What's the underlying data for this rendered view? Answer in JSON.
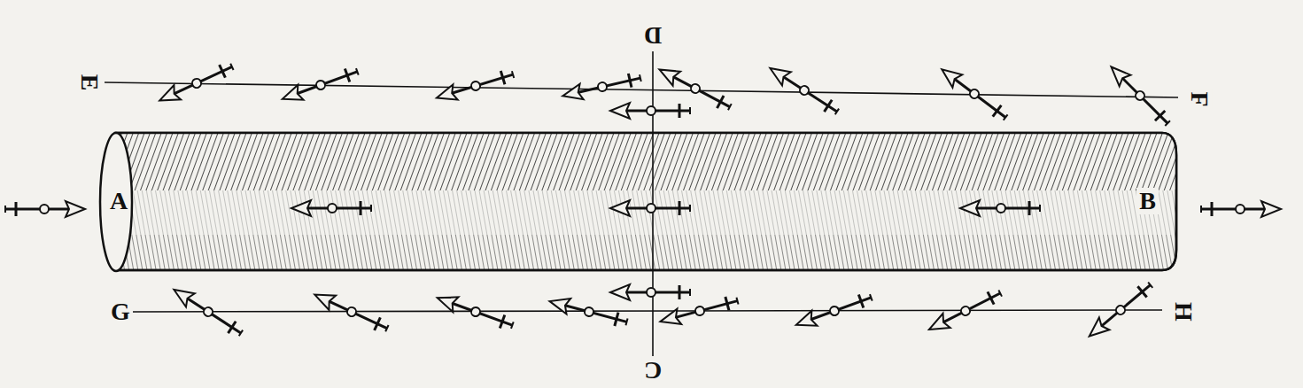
{
  "diagram": {
    "nodes": [
      {
        "text": [
          "A",
          "B"
        ]
      }
    ],
    "labels": [
      "D",
      "E",
      "F",
      "G",
      "H",
      "C"
    ]
  }
}
